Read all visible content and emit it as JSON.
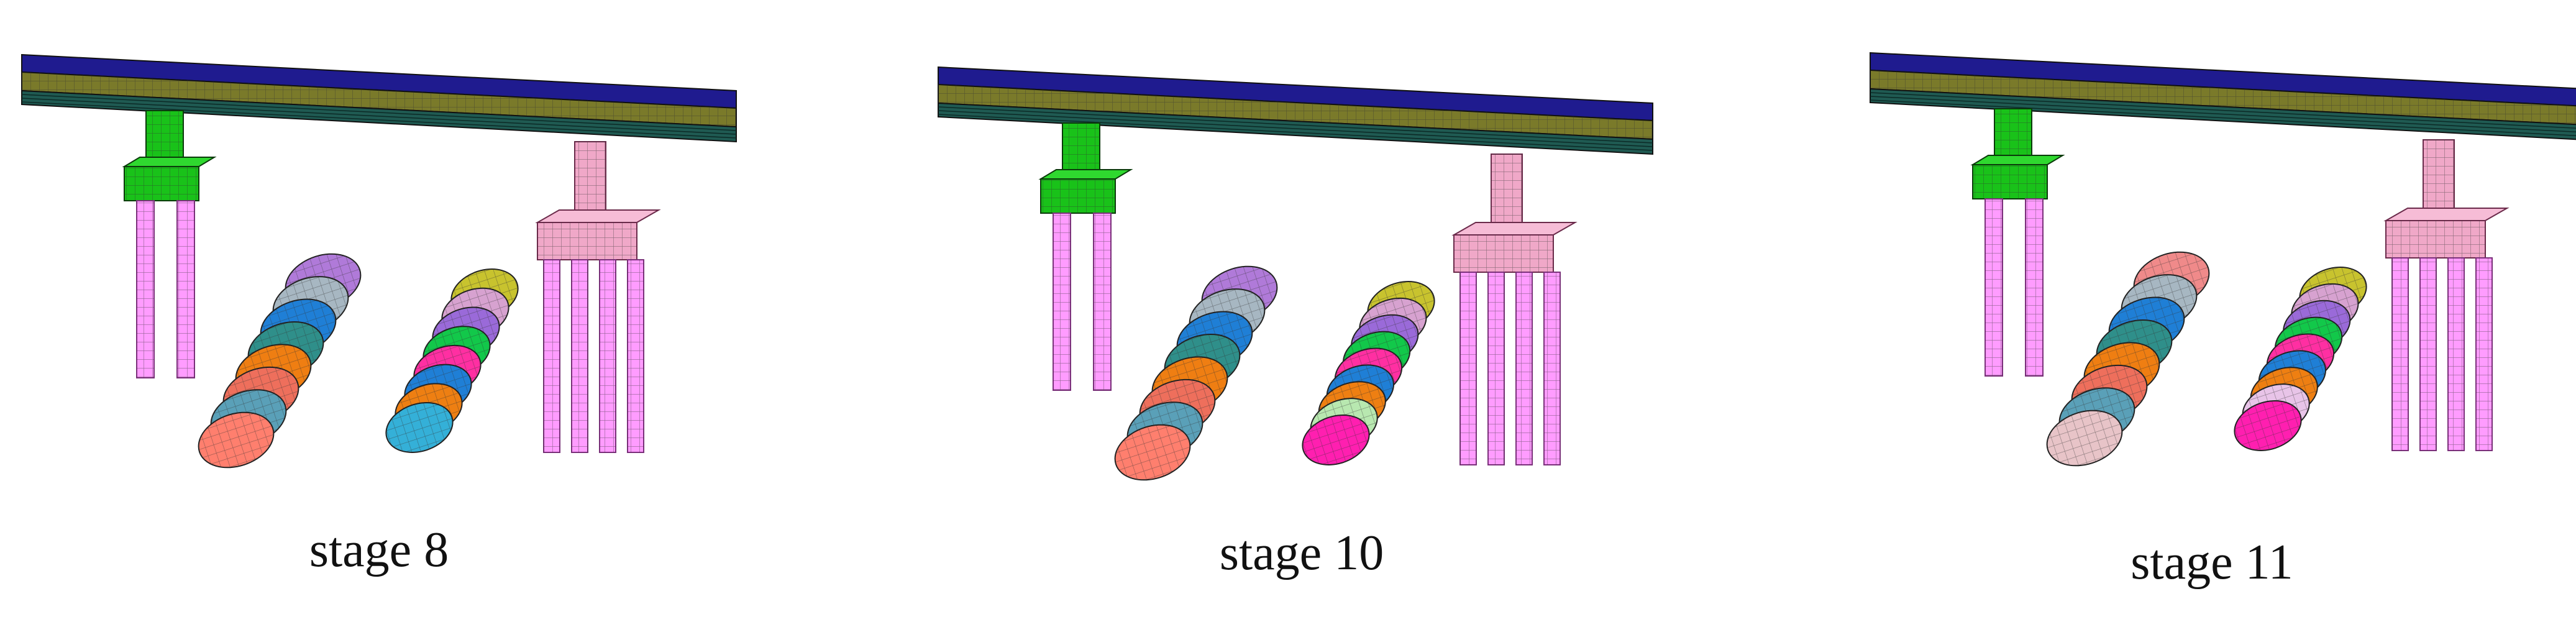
{
  "panels": [
    {
      "caption": "stage 8",
      "tunnel_a": [
        "#b07ad9",
        "#a7b7c2",
        "#1f7fd6",
        "#2f8f8a",
        "#ef7e12",
        "#ee6f5c",
        "#5aa0b8",
        "#ff7f6e"
      ],
      "tunnel_b": [
        "#c8c32e",
        "#d7a2d0",
        "#9a6ad9",
        "#12c84a",
        "#ff2fa2",
        "#1f7fd6",
        "#ee7f12",
        "#34b0d8"
      ]
    },
    {
      "caption": "stage 10",
      "tunnel_a": [
        "#b07ad9",
        "#a7b7c2",
        "#1f7fd6",
        "#2f8f8a",
        "#ef7e12",
        "#ee6f5c",
        "#5aa0b8",
        "#ff7f6e"
      ],
      "tunnel_b": [
        "#c8c32e",
        "#d7a2d0",
        "#9a6ad9",
        "#12c84a",
        "#ff2fa2",
        "#1f7fd6",
        "#ee7f12",
        "#b8e8b0",
        "#ff1fb0"
      ]
    },
    {
      "caption": "stage 11",
      "tunnel_a": [
        "#f08a8a",
        "#a7b7c2",
        "#1f7fd6",
        "#2f8f8a",
        "#ef7e12",
        "#ee6f5c",
        "#5aa0b8",
        "#e8c4c8"
      ],
      "tunnel_b": [
        "#c8c32e",
        "#d7a2d0",
        "#9a6ad9",
        "#12c84a",
        "#ff2fa2",
        "#1f7fd6",
        "#ee7f12",
        "#e8c4e8",
        "#ff1fb0"
      ]
    }
  ],
  "colors": {
    "deck_top": "#1f1b8f",
    "deck_mid": "#7a7a2a",
    "deck_bottom": "#1f5a52",
    "pier_left": "#19c219",
    "pier_right": "#f0a8c8",
    "piles": "#ff9cff",
    "mesh_line": "#333333"
  }
}
